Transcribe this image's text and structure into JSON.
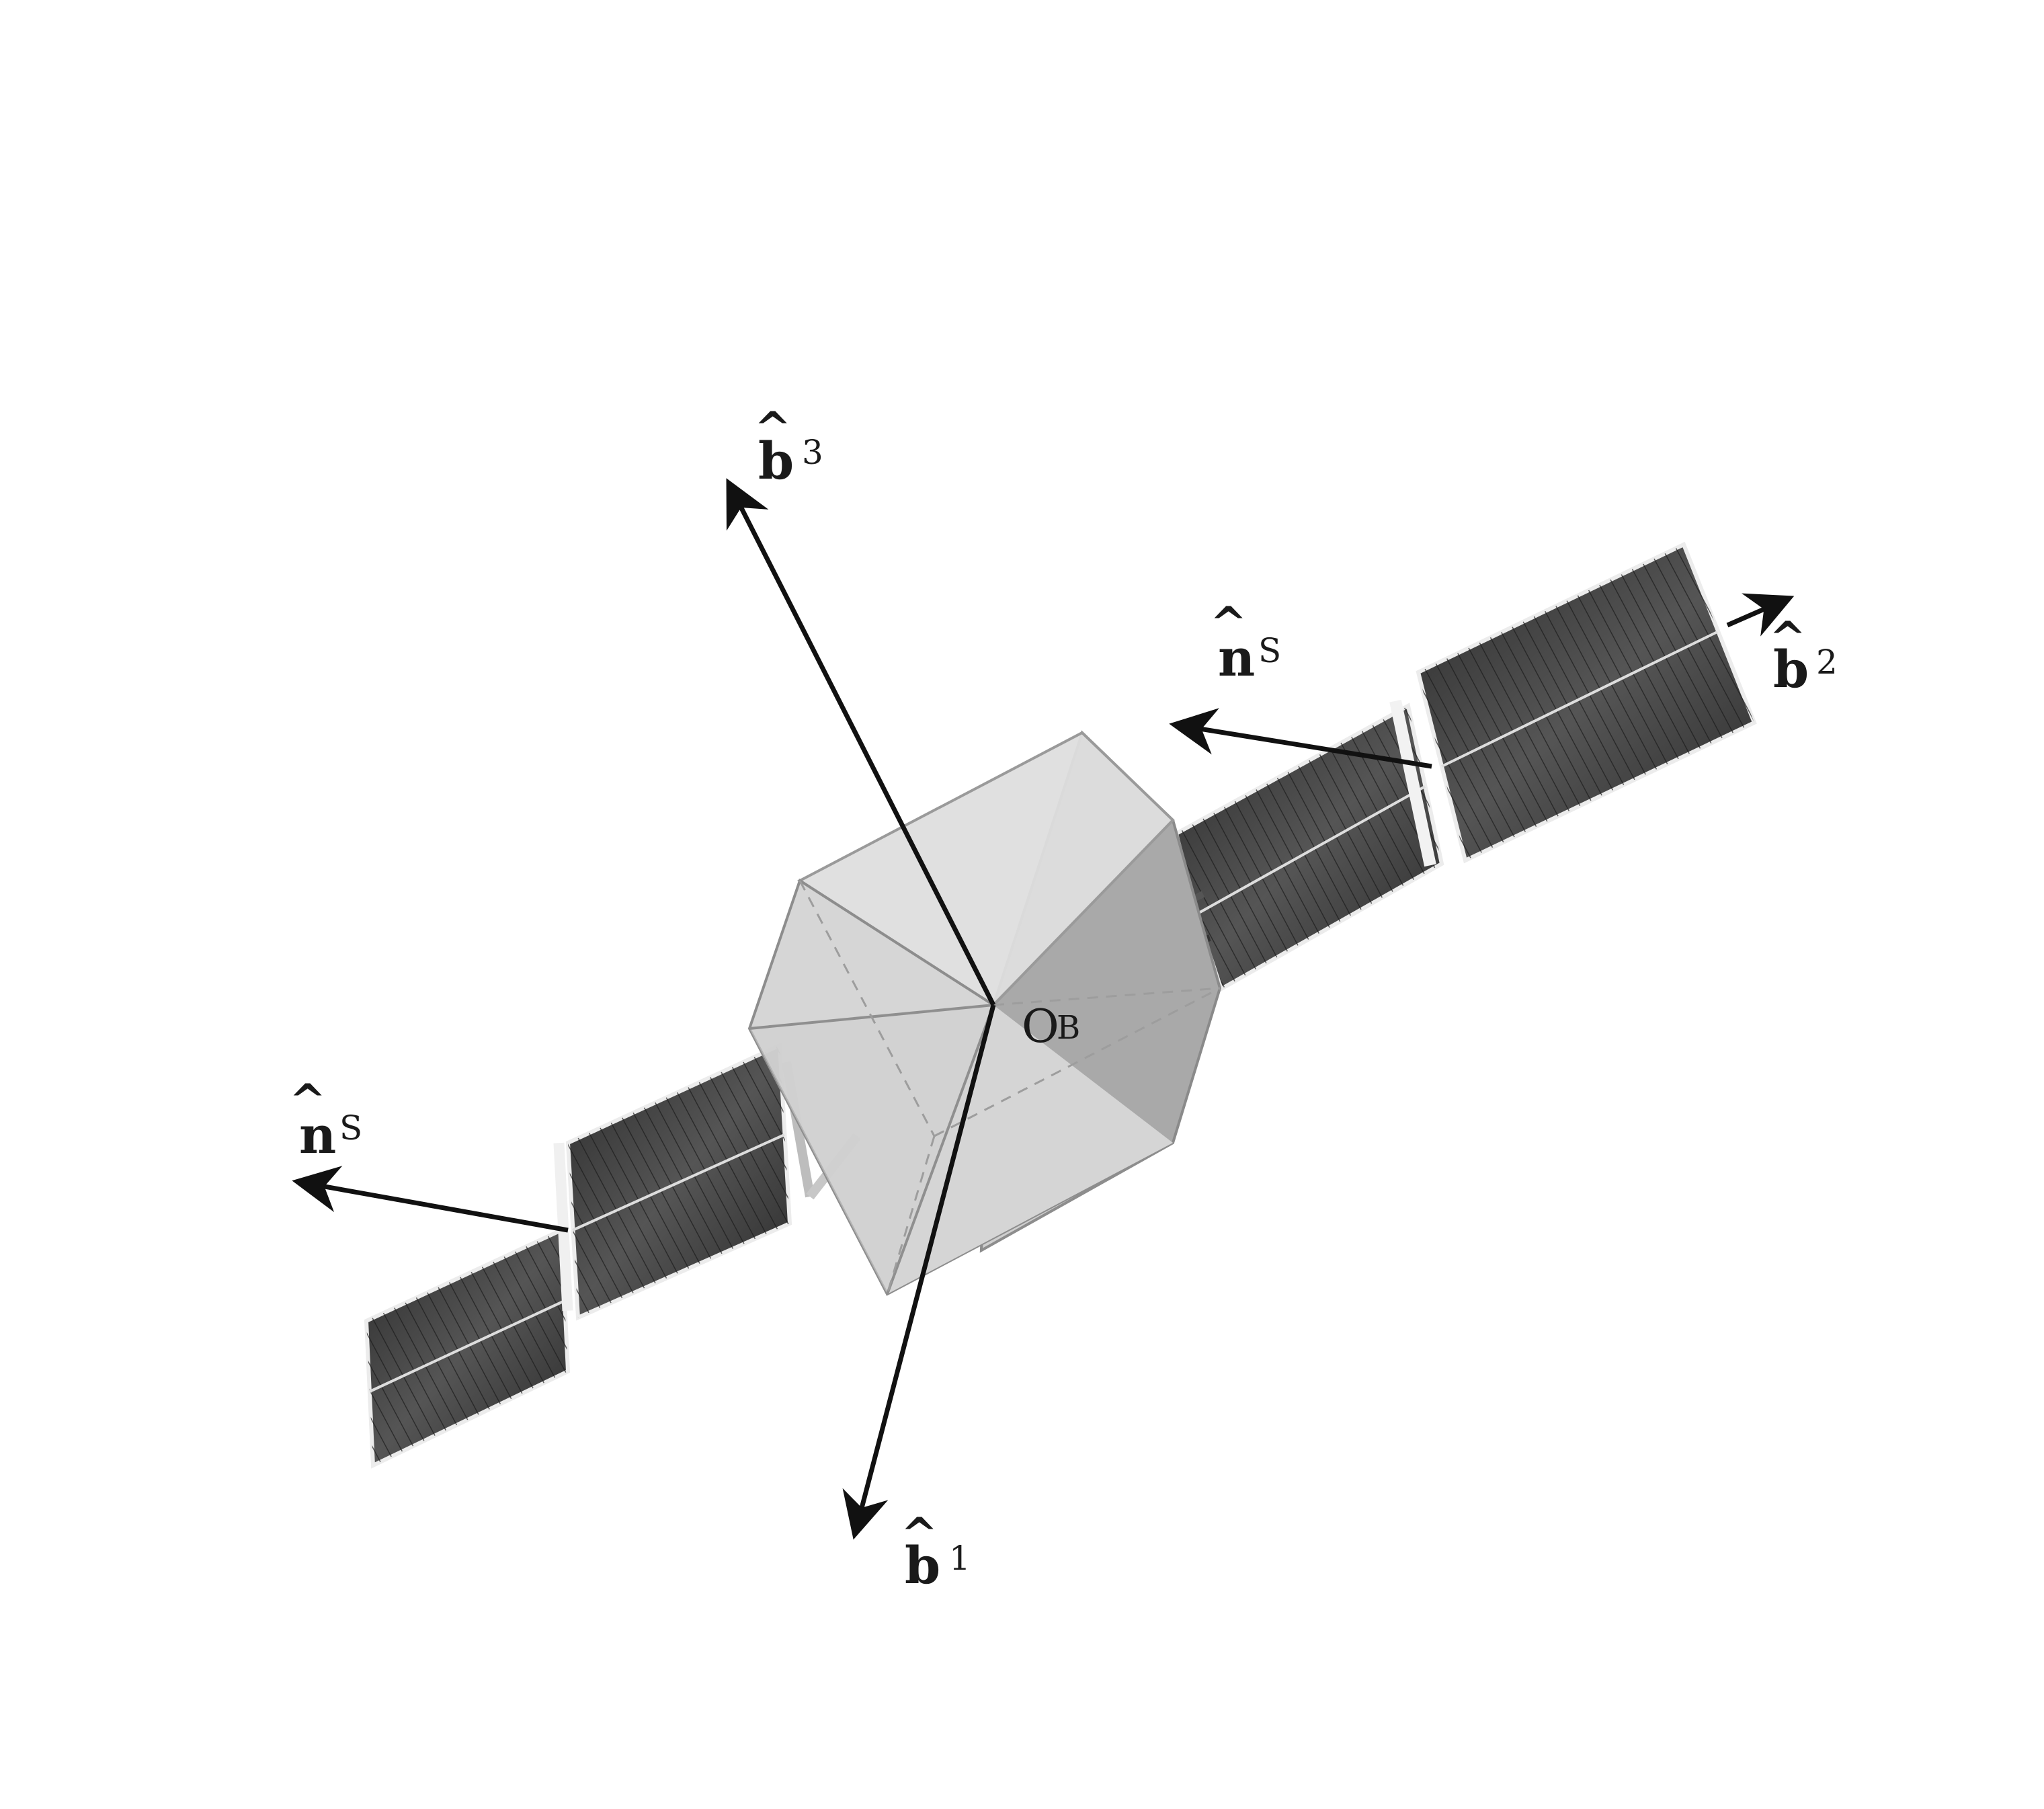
{
  "labels": {
    "b3": {
      "symbol": "b",
      "hat": "^",
      "sub": "3"
    },
    "b2": {
      "symbol": "b",
      "hat": "^",
      "sub": "2"
    },
    "b1": {
      "symbol": "b",
      "hat": "^",
      "sub": "1"
    },
    "ns_right": {
      "symbol": "n",
      "hat": "^",
      "sub": "S"
    },
    "ns_left": {
      "symbol": "n",
      "hat": "^",
      "sub": "S"
    },
    "origin": {
      "symbol": "O",
      "sub": "B"
    }
  },
  "colors": {
    "background": "#ffffff",
    "arrow": "#111111",
    "bus_top": "#dcdcdc",
    "bus_front": "#d4d4d4",
    "bus_side": "#a8a8a8",
    "panel_dark": "#3a3a3a",
    "panel_grid": "#5a5a5a",
    "panel_frame": "#e8e8e8"
  }
}
